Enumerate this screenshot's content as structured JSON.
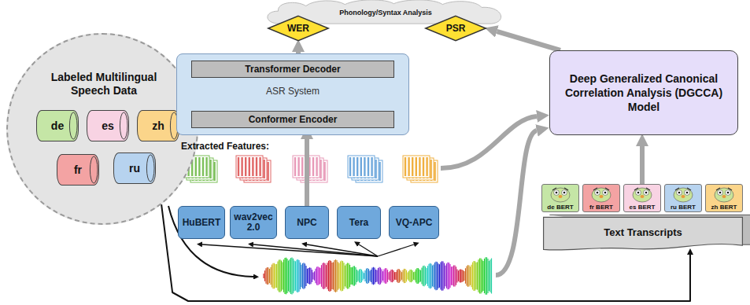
{
  "diagram": {
    "nodes": [
      {
        "text": [
          "Labeled Multilingual Speech Data"
        ]
      },
      {
        "text": [
          "de"
        ],
        "in": 0
      },
      {
        "text": [
          "es"
        ],
        "in": 0
      },
      {
        "text": [
          "zh"
        ],
        "in": 0
      },
      {
        "text": [
          "fr"
        ],
        "in": 0
      },
      {
        "text": [
          "ru"
        ],
        "in": 0
      },
      {
        "text": [
          "Phonology/Syntax Analysis"
        ]
      },
      {
        "text": [
          "WER"
        ]
      },
      {
        "text": [
          "PSR"
        ]
      },
      {
        "text": [
          "ASR System"
        ]
      },
      {
        "text": [
          "Transformer Decoder"
        ],
        "in": 9
      },
      {
        "text": [
          "Conformer Encoder"
        ],
        "in": 9
      },
      {
        "text": [
          "Deep Generalized Canonical Correlation Analysis (DGCCA) Model"
        ]
      },
      {
        "text": [
          "HuBERT"
        ]
      },
      {
        "text": [
          "wav2vec 2.0"
        ]
      },
      {
        "text": [
          "NPC"
        ]
      },
      {
        "text": [
          "Tera"
        ]
      },
      {
        "text": [
          "VQ-APC"
        ]
      },
      {
        "text": [
          "de BERT"
        ]
      },
      {
        "text": [
          "fr BERT"
        ]
      },
      {
        "text": [
          "es BERT"
        ]
      },
      {
        "text": [
          "ru BERT"
        ]
      },
      {
        "text": [
          "zh BERT"
        ]
      },
      {
        "text": [
          "Text Transcripts"
        ]
      }
    ],
    "edges": [
      {
        "from": 9,
        "to": 7,
        "arrow": "to"
      },
      {
        "from": 12,
        "to": 8,
        "arrow": "to"
      },
      {
        "from": 15,
        "to": 11,
        "arrow": "to"
      },
      {
        "from": 20,
        "to": 12,
        "arrow": "to"
      },
      {
        "from": 0,
        "to": 23,
        "arrow": "to"
      }
    ],
    "labels": [
      "Extracted Features:"
    ]
  }
}
